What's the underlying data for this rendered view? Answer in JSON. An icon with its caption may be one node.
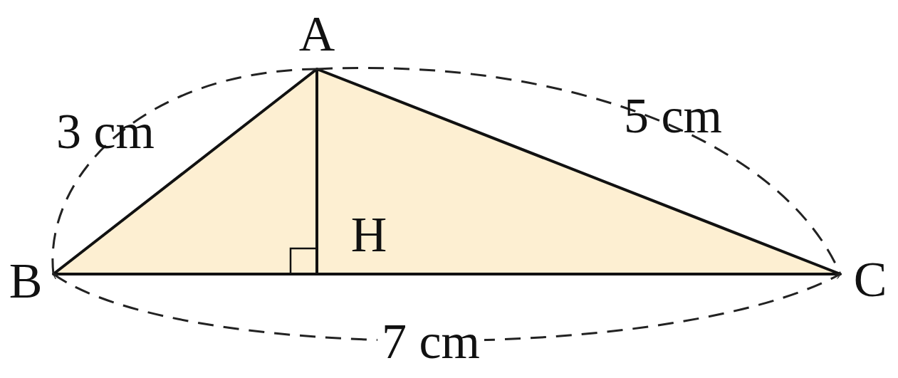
{
  "diagram": {
    "labels": [
      "A",
      "3 cm",
      "5 cm",
      "H",
      "B",
      "C",
      "7 cm"
    ]
  }
}
